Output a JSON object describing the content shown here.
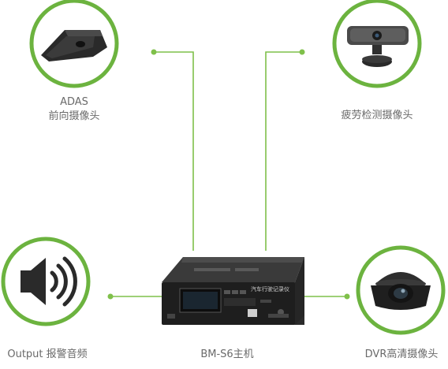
{
  "colors": {
    "ring": "#6cb33f",
    "connector": "#7fc04a",
    "label_text": "#6a6a6a",
    "device_body": "#1e1e1e"
  },
  "nodes": {
    "adas": {
      "label_line1": "ADAS",
      "label_line2": "前向摄像头",
      "icon": "adas-camera-icon"
    },
    "fatigue": {
      "label": "疲劳检测摄像头",
      "icon": "fatigue-camera-icon"
    },
    "output": {
      "label": "Output 报警音频",
      "icon": "speaker-icon"
    },
    "dvr": {
      "label": "DVR高清摄像头",
      "icon": "dome-camera-icon"
    },
    "host": {
      "label": "BM-S6主机",
      "icon": "host-unit-icon",
      "screen_text": "汽车行驶记录仪"
    }
  }
}
